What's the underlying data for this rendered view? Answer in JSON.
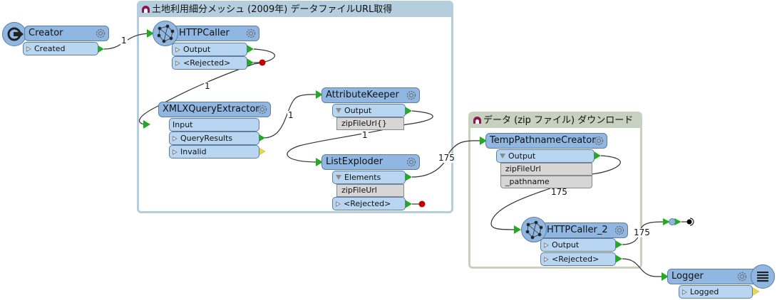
{
  "bookmarks": [
    {
      "title": "土地利用細分メッシュ (2009年) データファイルURL取得",
      "color": "#b5cede"
    },
    {
      "title": "データ (zip ファイル) ダウンロード",
      "color": "#c6d1c0"
    }
  ],
  "transformers": {
    "creator": {
      "name": "Creator",
      "ports": [
        "Created"
      ]
    },
    "httpcaller": {
      "name": "HTTPCaller",
      "ports": [
        "Output",
        "<Rejected>"
      ]
    },
    "xmlx": {
      "name": "XMLXQueryExtractor",
      "input": "Input",
      "ports": [
        "QueryResults",
        "Invalid"
      ]
    },
    "attrkeeper": {
      "name": "AttributeKeeper",
      "ports": [
        "Output"
      ],
      "attributes": [
        "zipFileUrl{}"
      ]
    },
    "listexploder": {
      "name": "ListExploder",
      "ports": [
        "Elements",
        "<Rejected>"
      ],
      "attributes": [
        "zipFileUrl"
      ]
    },
    "temppath": {
      "name": "TempPathnameCreator",
      "ports": [
        "Output"
      ],
      "attributes": [
        "zipFileUrl",
        "_pathname"
      ]
    },
    "httpcaller2": {
      "name": "HTTPCaller_2",
      "ports": [
        "Output",
        "<Rejected>"
      ]
    },
    "logger": {
      "name": "Logger",
      "ports": [
        "Logged"
      ]
    }
  },
  "connections": {
    "creator_to_httpcaller": "1",
    "httpcaller_to_xmlx": "1",
    "xmlx_to_attrkeeper": "1",
    "attrkeeper_to_listexploder": "1",
    "listexploder_to_temppath": "175",
    "temppath_to_httpcaller2": "175",
    "httpcaller2_output": "175"
  },
  "colors": {
    "transformer_header": "#8fb7e2",
    "port": "#b8d6f2",
    "connected_port": "#22aa22",
    "unconnected_port": "#e8d84a",
    "rejected_terminator": "#c00000"
  }
}
